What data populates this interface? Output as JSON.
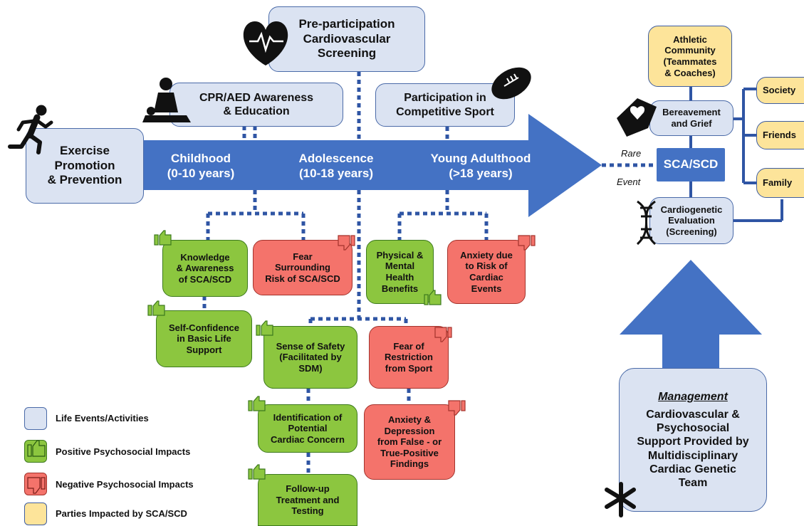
{
  "colors": {
    "life_events": "#dbe3f2",
    "positive": "#8cc63f",
    "negative": "#f4736b",
    "parties": "#fde49a",
    "arrow": "#4472c4",
    "connector": "#2f55a4"
  },
  "top_boxes": {
    "screening": "Pre-participation\nCardiovascular\nScreening",
    "cpr": "CPR/AED Awareness\n& Education",
    "competitive": "Participation in\nCompetitive Sport",
    "exercise": "Exercise\nPromotion\n& Prevention"
  },
  "arrow": {
    "childhood": "Childhood\n(0-10 years)",
    "adolescence": "Adolescence\n(10-18 years)",
    "young_adulthood": "Young Adulthood\n(>18 years)"
  },
  "impacts": {
    "knowledge": "Knowledge\n& Awareness\nof SCA/SCD",
    "fear_sca": "Fear\nSurrounding\nRisk of SCA/SCD",
    "physical_mental": "Physical &\nMental\nHealth\nBenefits",
    "anxiety_cardiac": "Anxiety due\nto Risk of\nCardiac\nEvents",
    "self_confidence": "Self-Confidence\nin Basic Life\nSupport",
    "sense_safety": "Sense of Safety\n(Facilitated by\nSDM)",
    "fear_restriction": "Fear of\nRestriction\nfrom Sport",
    "identification": "Identification of\nPotential\nCardiac Concern",
    "anxiety_depression": "Anxiety &\nDepression\nfrom False - or\nTrue-Positive\nFindings",
    "follow_up": "Follow-up\nTreatment and\nTesting"
  },
  "right_panel": {
    "athletic_community": "Athletic\nCommunity\n(Teammates\n& Coaches)",
    "bereavement": "Bereavement\nand Grief",
    "sca_scd": "SCA/SCD",
    "rare": "Rare",
    "event": "Event",
    "cardiogenetic": "Cardiogenetic\nEvaluation\n(Screening)",
    "society": "Society",
    "friends": "Friends",
    "family": "Family",
    "management_title": "Management",
    "management_body": "Cardiovascular &\nPsychosocial\nSupport Provided by\nMultidisciplinary\nCardiac Genetic\nTeam"
  },
  "legend": {
    "life_events": "Life Events/Activities",
    "positive": "Positive Psychosocial Impacts",
    "negative": "Negative Psychosocial Impacts",
    "parties": "Parties Impacted by SCA/SCD"
  },
  "icons": [
    "runner-icon",
    "heart-icon",
    "cpr-icon",
    "football-icon",
    "thumbs-up-icon",
    "thumbs-down-icon",
    "broken-heart-icon",
    "dna-icon",
    "hands-icon"
  ]
}
